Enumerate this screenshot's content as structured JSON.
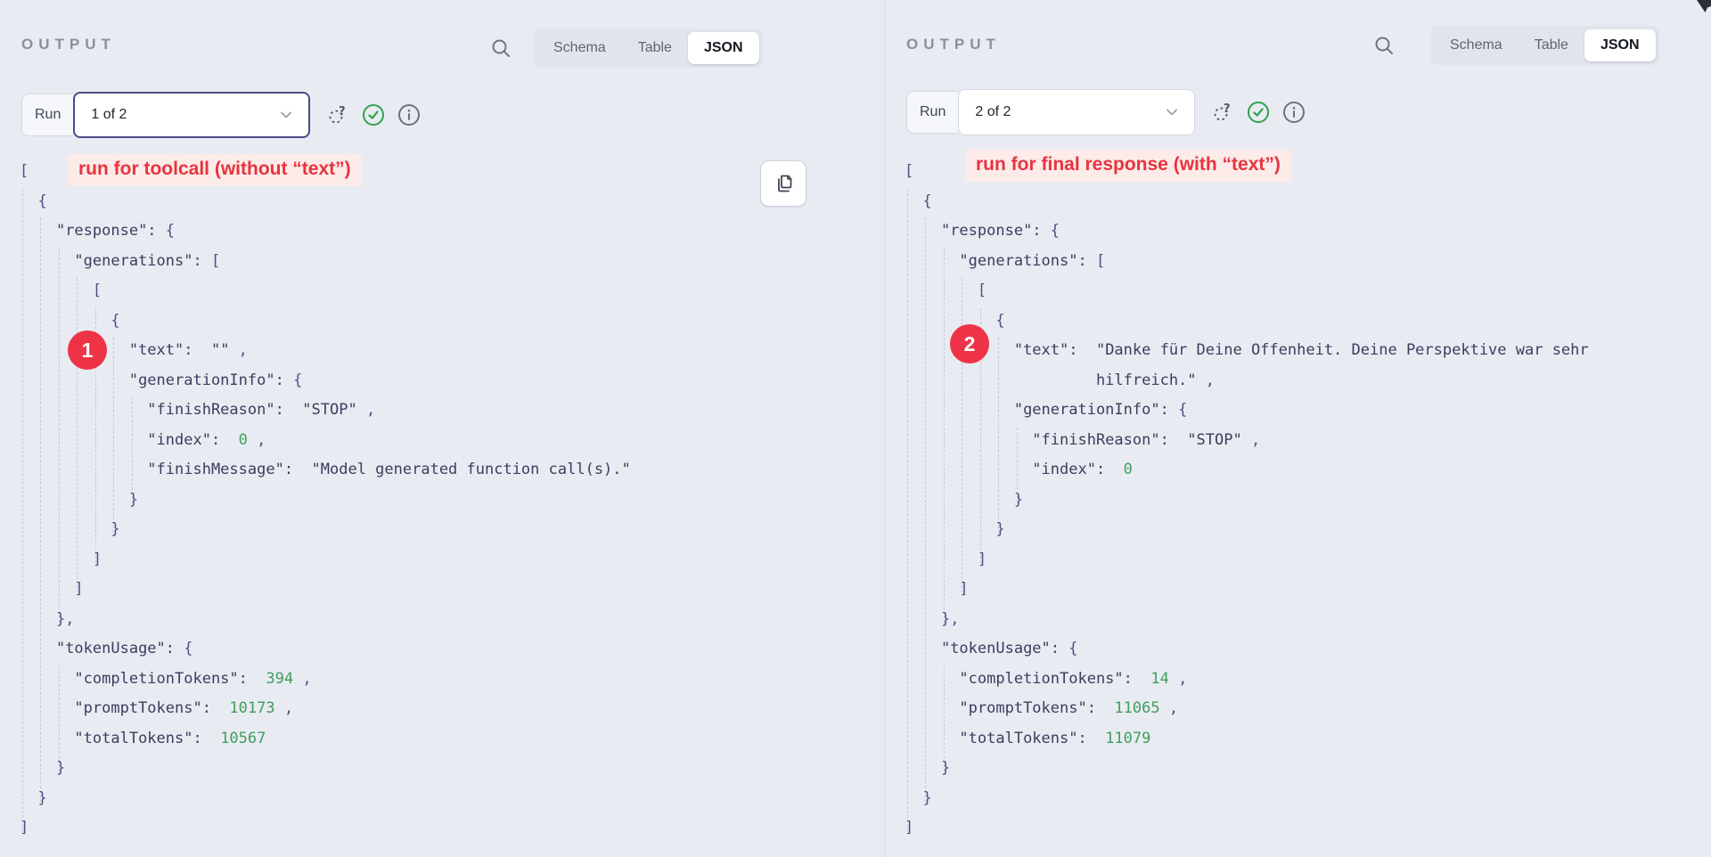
{
  "colors": {
    "page_bg": "#e9ebf2",
    "accent_red": "#ee3347",
    "annotation_bg": "#fcebe9",
    "json_key": "#3a3e5e",
    "json_punct": "#4c5086",
    "json_number": "#3f9e5c",
    "success_green": "#2ea44f",
    "icon_gray": "#6b7280"
  },
  "icons": [
    "search-icon",
    "chevron-down-icon",
    "trace-question-icon",
    "check-circle-icon",
    "info-circle-icon",
    "copy-icon",
    "mouse-cursor"
  ],
  "panels": [
    {
      "title": "OUTPUT",
      "tabs": [
        "Schema",
        "Table",
        "JSON"
      ],
      "active_tab": "JSON",
      "run": {
        "label": "Run",
        "selected": "1 of 2"
      },
      "annotation": "run for toolcall (without “text”)",
      "badge": "1",
      "json_lines": [
        {
          "ind": 0,
          "toks": [
            [
              "p",
              "["
            ]
          ]
        },
        {
          "ind": 2,
          "toks": [
            [
              "p",
              "{"
            ]
          ]
        },
        {
          "ind": 4,
          "toks": [
            [
              "k",
              "\"response\":"
            ],
            [
              "p",
              " {"
            ]
          ]
        },
        {
          "ind": 6,
          "toks": [
            [
              "k",
              "\"generations\":"
            ],
            [
              "p",
              " ["
            ]
          ]
        },
        {
          "ind": 8,
          "toks": [
            [
              "p",
              "["
            ]
          ]
        },
        {
          "ind": 10,
          "toks": [
            [
              "p",
              "{"
            ]
          ]
        },
        {
          "ind": 12,
          "toks": [
            [
              "k",
              "\"text\":"
            ],
            [
              "s",
              "  \"\""
            ],
            [
              "p",
              " ,"
            ]
          ]
        },
        {
          "ind": 12,
          "toks": [
            [
              "k",
              "\"generationInfo\":"
            ],
            [
              "p",
              " {"
            ]
          ]
        },
        {
          "ind": 14,
          "toks": [
            [
              "k",
              "\"finishReason\":"
            ],
            [
              "s",
              "  \"STOP\""
            ],
            [
              "p",
              " ,"
            ]
          ]
        },
        {
          "ind": 14,
          "toks": [
            [
              "k",
              "\"index\":"
            ],
            [
              "n",
              "  0"
            ],
            [
              "p",
              " ,"
            ]
          ]
        },
        {
          "ind": 14,
          "toks": [
            [
              "k",
              "\"finishMessage\":"
            ],
            [
              "s",
              "  \"Model generated function call(s).\""
            ]
          ]
        },
        {
          "ind": 12,
          "toks": [
            [
              "p",
              "}"
            ]
          ]
        },
        {
          "ind": 10,
          "toks": [
            [
              "p",
              "}"
            ]
          ]
        },
        {
          "ind": 8,
          "toks": [
            [
              "p",
              "]"
            ]
          ]
        },
        {
          "ind": 6,
          "toks": [
            [
              "p",
              "]"
            ]
          ]
        },
        {
          "ind": 4,
          "toks": [
            [
              "p",
              "},"
            ]
          ]
        },
        {
          "ind": 4,
          "toks": [
            [
              "k",
              "\"tokenUsage\":"
            ],
            [
              "p",
              " {"
            ]
          ]
        },
        {
          "ind": 6,
          "toks": [
            [
              "k",
              "\"completionTokens\":"
            ],
            [
              "n",
              "  394"
            ],
            [
              "p",
              " ,"
            ]
          ]
        },
        {
          "ind": 6,
          "toks": [
            [
              "k",
              "\"promptTokens\":"
            ],
            [
              "n",
              "  10173"
            ],
            [
              "p",
              " ,"
            ]
          ]
        },
        {
          "ind": 6,
          "toks": [
            [
              "k",
              "\"totalTokens\":"
            ],
            [
              "n",
              "  10567"
            ]
          ]
        },
        {
          "ind": 4,
          "toks": [
            [
              "p",
              "}"
            ]
          ]
        },
        {
          "ind": 2,
          "toks": [
            [
              "p",
              "}"
            ]
          ]
        },
        {
          "ind": 0,
          "toks": [
            [
              "p",
              "]"
            ]
          ]
        }
      ]
    },
    {
      "title": "OUTPUT",
      "tabs": [
        "Schema",
        "Table",
        "JSON"
      ],
      "active_tab": "JSON",
      "run": {
        "label": "Run",
        "selected": "2 of 2"
      },
      "annotation": "run for final response (with “text”)",
      "badge": "2",
      "json_lines": [
        {
          "ind": 0,
          "toks": [
            [
              "p",
              "["
            ]
          ]
        },
        {
          "ind": 2,
          "toks": [
            [
              "p",
              "{"
            ]
          ]
        },
        {
          "ind": 4,
          "toks": [
            [
              "k",
              "\"response\":"
            ],
            [
              "p",
              " {"
            ]
          ]
        },
        {
          "ind": 6,
          "toks": [
            [
              "k",
              "\"generations\":"
            ],
            [
              "p",
              " ["
            ]
          ]
        },
        {
          "ind": 8,
          "toks": [
            [
              "p",
              "["
            ]
          ]
        },
        {
          "ind": 10,
          "toks": [
            [
              "p",
              "{"
            ]
          ]
        },
        {
          "ind": 12,
          "toks": [
            [
              "k",
              "\"text\":"
            ],
            [
              "s",
              "  \"Danke für Deine Offenheit. Deine Perspektive war sehr"
            ]
          ]
        },
        {
          "ind": 21,
          "toks": [
            [
              "s",
              "hilfreich.\""
            ],
            [
              "p",
              " ,"
            ]
          ]
        },
        {
          "ind": 12,
          "toks": [
            [
              "k",
              "\"generationInfo\":"
            ],
            [
              "p",
              " {"
            ]
          ]
        },
        {
          "ind": 14,
          "toks": [
            [
              "k",
              "\"finishReason\":"
            ],
            [
              "s",
              "  \"STOP\""
            ],
            [
              "p",
              " ,"
            ]
          ]
        },
        {
          "ind": 14,
          "toks": [
            [
              "k",
              "\"index\":"
            ],
            [
              "n",
              "  0"
            ]
          ]
        },
        {
          "ind": 12,
          "toks": [
            [
              "p",
              "}"
            ]
          ]
        },
        {
          "ind": 10,
          "toks": [
            [
              "p",
              "}"
            ]
          ]
        },
        {
          "ind": 8,
          "toks": [
            [
              "p",
              "]"
            ]
          ]
        },
        {
          "ind": 6,
          "toks": [
            [
              "p",
              "]"
            ]
          ]
        },
        {
          "ind": 4,
          "toks": [
            [
              "p",
              "},"
            ]
          ]
        },
        {
          "ind": 4,
          "toks": [
            [
              "k",
              "\"tokenUsage\":"
            ],
            [
              "p",
              " {"
            ]
          ]
        },
        {
          "ind": 6,
          "toks": [
            [
              "k",
              "\"completionTokens\":"
            ],
            [
              "n",
              "  14"
            ],
            [
              "p",
              " ,"
            ]
          ]
        },
        {
          "ind": 6,
          "toks": [
            [
              "k",
              "\"promptTokens\":"
            ],
            [
              "n",
              "  11065"
            ],
            [
              "p",
              " ,"
            ]
          ]
        },
        {
          "ind": 6,
          "toks": [
            [
              "k",
              "\"totalTokens\":"
            ],
            [
              "n",
              "  11079"
            ]
          ]
        },
        {
          "ind": 4,
          "toks": [
            [
              "p",
              "}"
            ]
          ]
        },
        {
          "ind": 2,
          "toks": [
            [
              "p",
              "}"
            ]
          ]
        },
        {
          "ind": 0,
          "toks": [
            [
              "p",
              "]"
            ]
          ]
        }
      ]
    }
  ]
}
